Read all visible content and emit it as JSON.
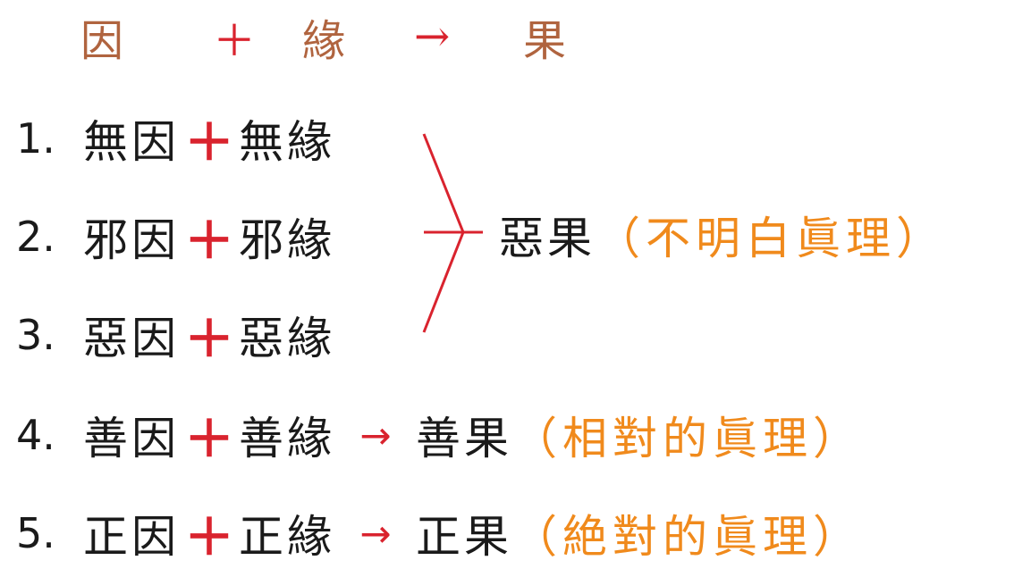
{
  "header": {
    "cause": "因",
    "plus": "＋",
    "condition": "緣",
    "arrow": "→",
    "effect": "果"
  },
  "rows": [
    {
      "num": "1.",
      "cause": "無因",
      "plus": "＋",
      "condition": "無緣"
    },
    {
      "num": "2.",
      "cause": "邪因",
      "plus": "＋",
      "condition": "邪緣"
    },
    {
      "num": "3.",
      "cause": "惡因",
      "plus": "＋",
      "condition": "惡緣"
    },
    {
      "num": "4.",
      "cause": "善因",
      "plus": "＋",
      "condition": "善緣",
      "arrow": "→",
      "result": "善果",
      "note": "（相對的眞理）"
    },
    {
      "num": "5.",
      "cause": "正因",
      "plus": "＋",
      "condition": "正緣",
      "arrow": "→",
      "result": "正果",
      "note": "（絶對的眞理）"
    }
  ],
  "merged_result": {
    "result": "惡果",
    "note": "（不明白眞理）"
  },
  "colors": {
    "header_text": "#b0643f",
    "red_symbol": "#d9232e",
    "note": "#f08a1c",
    "body_text": "#1a1a1a"
  }
}
